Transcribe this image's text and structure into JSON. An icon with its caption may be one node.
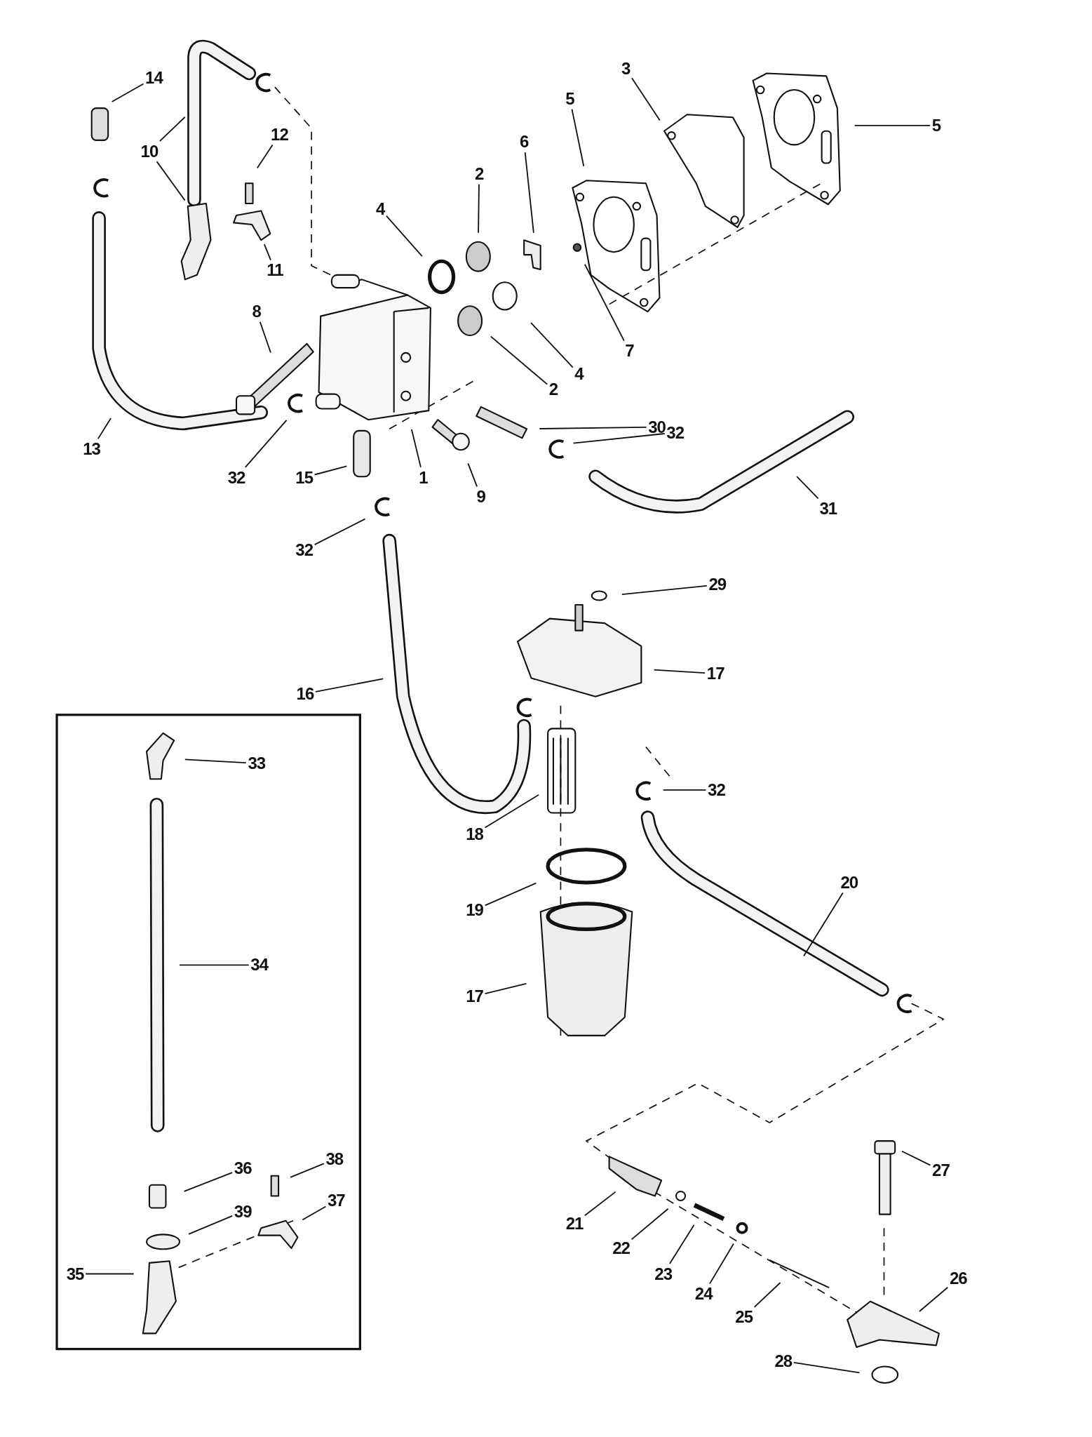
{
  "diagram": {
    "nodes": [
      {
        "text": [
          "14"
        ]
      },
      {
        "text": [
          "10"
        ]
      },
      {
        "text": [
          "12"
        ]
      },
      {
        "text": [
          "11"
        ]
      },
      {
        "text": [
          "13"
        ]
      },
      {
        "text": [
          "4"
        ]
      },
      {
        "text": [
          "2"
        ]
      },
      {
        "text": [
          "6"
        ]
      },
      {
        "text": [
          "5"
        ]
      },
      {
        "text": [
          "3"
        ]
      },
      {
        "text": [
          "5"
        ]
      },
      {
        "text": [
          "8"
        ]
      },
      {
        "text": [
          "7"
        ]
      },
      {
        "text": [
          "4"
        ]
      },
      {
        "text": [
          "2"
        ]
      },
      {
        "text": [
          "32"
        ]
      },
      {
        "text": [
          "1"
        ]
      },
      {
        "text": [
          "9"
        ]
      },
      {
        "text": [
          "30"
        ]
      },
      {
        "text": [
          "32"
        ]
      },
      {
        "text": [
          "31"
        ]
      },
      {
        "text": [
          "15"
        ]
      },
      {
        "text": [
          "32"
        ]
      },
      {
        "text": [
          "29"
        ]
      },
      {
        "text": [
          "17"
        ]
      },
      {
        "text": [
          "16"
        ]
      },
      {
        "text": [
          "33"
        ]
      },
      {
        "text": [
          "32"
        ]
      },
      {
        "text": [
          "18"
        ]
      },
      {
        "text": [
          "19"
        ]
      },
      {
        "text": [
          "20"
        ]
      },
      {
        "text": [
          "34"
        ]
      },
      {
        "text": [
          "17"
        ]
      },
      {
        "text": [
          "27"
        ]
      },
      {
        "text": [
          "36"
        ]
      },
      {
        "text": [
          "38"
        ]
      },
      {
        "text": [
          "39"
        ]
      },
      {
        "text": [
          "37"
        ]
      },
      {
        "text": [
          "35"
        ]
      },
      {
        "text": [
          "21"
        ]
      },
      {
        "text": [
          "22"
        ]
      },
      {
        "text": [
          "23"
        ]
      },
      {
        "text": [
          "24"
        ]
      },
      {
        "text": [
          "25"
        ]
      },
      {
        "text": [
          "26"
        ]
      },
      {
        "text": [
          "28"
        ]
      }
    ],
    "edges": [
      {
        "from": 0,
        "to": null,
        "arrow": "none"
      },
      {
        "from": 1,
        "to": null,
        "arrow": "none"
      },
      {
        "from": 1,
        "to": null,
        "arrow": "none"
      },
      {
        "from": 2,
        "to": null,
        "arrow": "none"
      },
      {
        "from": 3,
        "to": null,
        "arrow": "none"
      },
      {
        "from": 4,
        "to": null,
        "arrow": "none"
      },
      {
        "from": 5,
        "to": null,
        "arrow": "none"
      },
      {
        "from": 6,
        "to": null,
        "arrow": "none"
      },
      {
        "from": 7,
        "to": null,
        "arrow": "none"
      },
      {
        "from": 8,
        "to": null,
        "arrow": "none"
      },
      {
        "from": 9,
        "to": null,
        "arrow": "none"
      },
      {
        "from": 10,
        "to": null,
        "arrow": "none"
      },
      {
        "from": 11,
        "to": null,
        "arrow": "none"
      },
      {
        "from": 12,
        "to": null,
        "arrow": "none"
      },
      {
        "from": 13,
        "to": null,
        "arrow": "none"
      },
      {
        "from": 14,
        "to": null,
        "arrow": "none"
      },
      {
        "from": 15,
        "to": null,
        "arrow": "none"
      },
      {
        "from": 16,
        "to": null,
        "arrow": "none"
      },
      {
        "from": 17,
        "to": null,
        "arrow": "none"
      },
      {
        "from": 18,
        "to": null,
        "arrow": "none"
      },
      {
        "from": 19,
        "to": null,
        "arrow": "none"
      },
      {
        "from": 20,
        "to": null,
        "arrow": "none"
      },
      {
        "from": 21,
        "to": null,
        "arrow": "none"
      },
      {
        "from": 22,
        "to": null,
        "arrow": "none"
      },
      {
        "from": 23,
        "to": null,
        "arrow": "none"
      },
      {
        "from": 24,
        "to": null,
        "arrow": "none"
      },
      {
        "from": 25,
        "to": null,
        "arrow": "none"
      },
      {
        "from": 26,
        "to": null,
        "arrow": "none"
      },
      {
        "from": 27,
        "to": null,
        "arrow": "none"
      },
      {
        "from": 28,
        "to": null,
        "arrow": "none"
      },
      {
        "from": 29,
        "to": null,
        "arrow": "none"
      },
      {
        "from": 30,
        "to": null,
        "arrow": "none"
      },
      {
        "from": 31,
        "to": null,
        "arrow": "none"
      },
      {
        "from": 32,
        "to": null,
        "arrow": "none"
      },
      {
        "from": 33,
        "to": null,
        "arrow": "none"
      },
      {
        "from": 34,
        "to": null,
        "arrow": "none"
      },
      {
        "from": 35,
        "to": null,
        "arrow": "none"
      },
      {
        "from": 36,
        "to": null,
        "arrow": "none"
      },
      {
        "from": 37,
        "to": null,
        "arrow": "none"
      },
      {
        "from": 38,
        "to": null,
        "arrow": "none"
      },
      {
        "from": 39,
        "to": null,
        "arrow": "none"
      },
      {
        "from": 40,
        "to": null,
        "arrow": "none"
      },
      {
        "from": 41,
        "to": null,
        "arrow": "none"
      },
      {
        "from": 42,
        "to": null,
        "arrow": "none"
      },
      {
        "from": 43,
        "to": null,
        "arrow": "none"
      },
      {
        "from": 44,
        "to": null,
        "arrow": "none"
      },
      {
        "from": 45,
        "to": null,
        "arrow": "none"
      }
    ]
  }
}
